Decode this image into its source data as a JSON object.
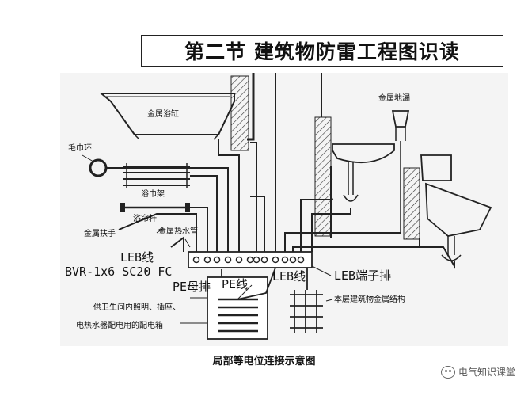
{
  "slide": {
    "title": "第二节  建筑物防雷工程图识读",
    "caption": "局部等电位连接示意图",
    "watermark": "电气知识课堂"
  },
  "diagram": {
    "labels": {
      "bathtub": "金属浴缸",
      "towel_ring": "毛巾环",
      "towel_rack": "浴巾架",
      "curtain_rod": "浴帘杆",
      "handrail": "金属扶手",
      "water_pipe": "金属热水管",
      "metal_drain": "金属地漏",
      "leb_line": "LEB线",
      "bvr_spec": "BVR-1x6 SC20 FC",
      "pe_bus": "PE母排",
      "pe_line": "PE线",
      "leb_line2": "LEB线",
      "leb_terminal": "LEB端子排",
      "note_line1": "供卫生间内照明、插座、",
      "note_line2": "电热水器配电用的配电箱",
      "building_structure": "本层建筑物金属结构"
    }
  }
}
